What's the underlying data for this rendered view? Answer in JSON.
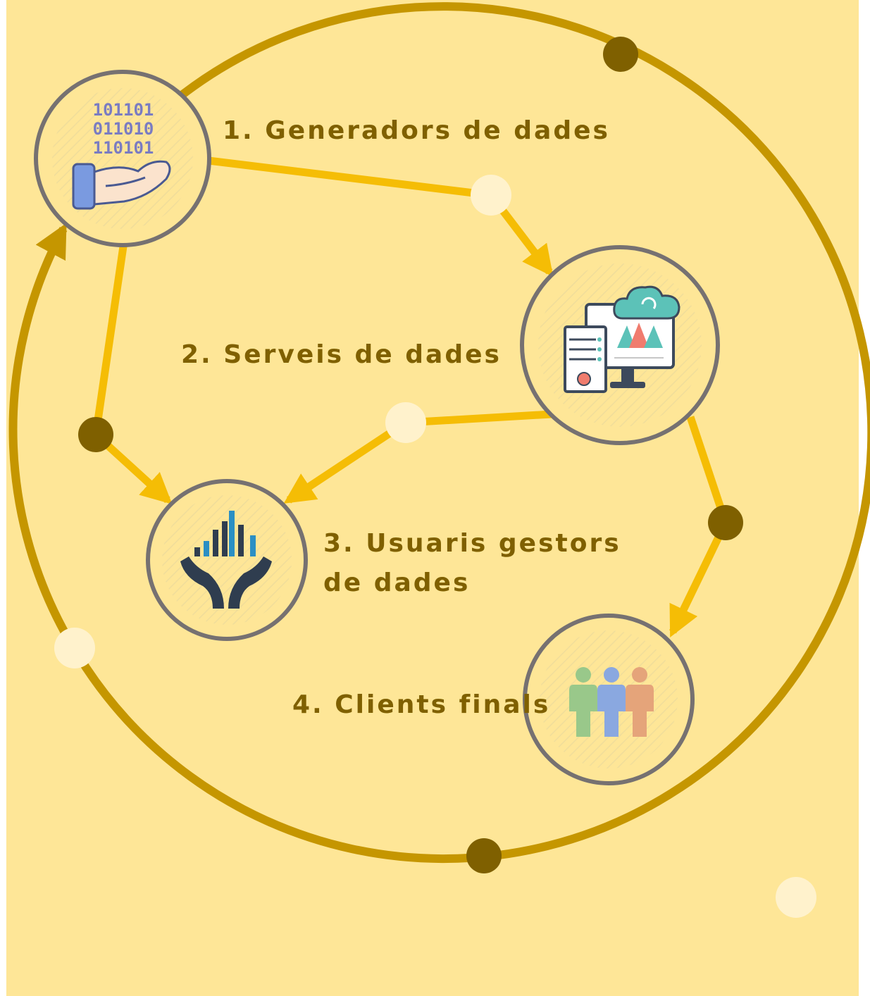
{
  "nodes": [
    {
      "id": "generators",
      "label": "1. Generadors de dades",
      "icon": "binary-hand-icon"
    },
    {
      "id": "services",
      "label": "2. Serveis de dades",
      "icon": "cloud-server-dashboard-icon"
    },
    {
      "id": "managers",
      "label_line1": "3. Usuaris gestors",
      "label_line2": "de dades",
      "icon": "chart-hands-icon"
    },
    {
      "id": "clients",
      "label": "4. Clients finals",
      "icon": "people-group-icon"
    }
  ],
  "colors": {
    "background": "#fee697",
    "outer_ring": "#c59600",
    "arrow": "#f5bd05",
    "node_border": "#767171",
    "dark_dot": "#7f6000",
    "light_dot": "#fff2cc",
    "label_text": "#7f6000"
  }
}
